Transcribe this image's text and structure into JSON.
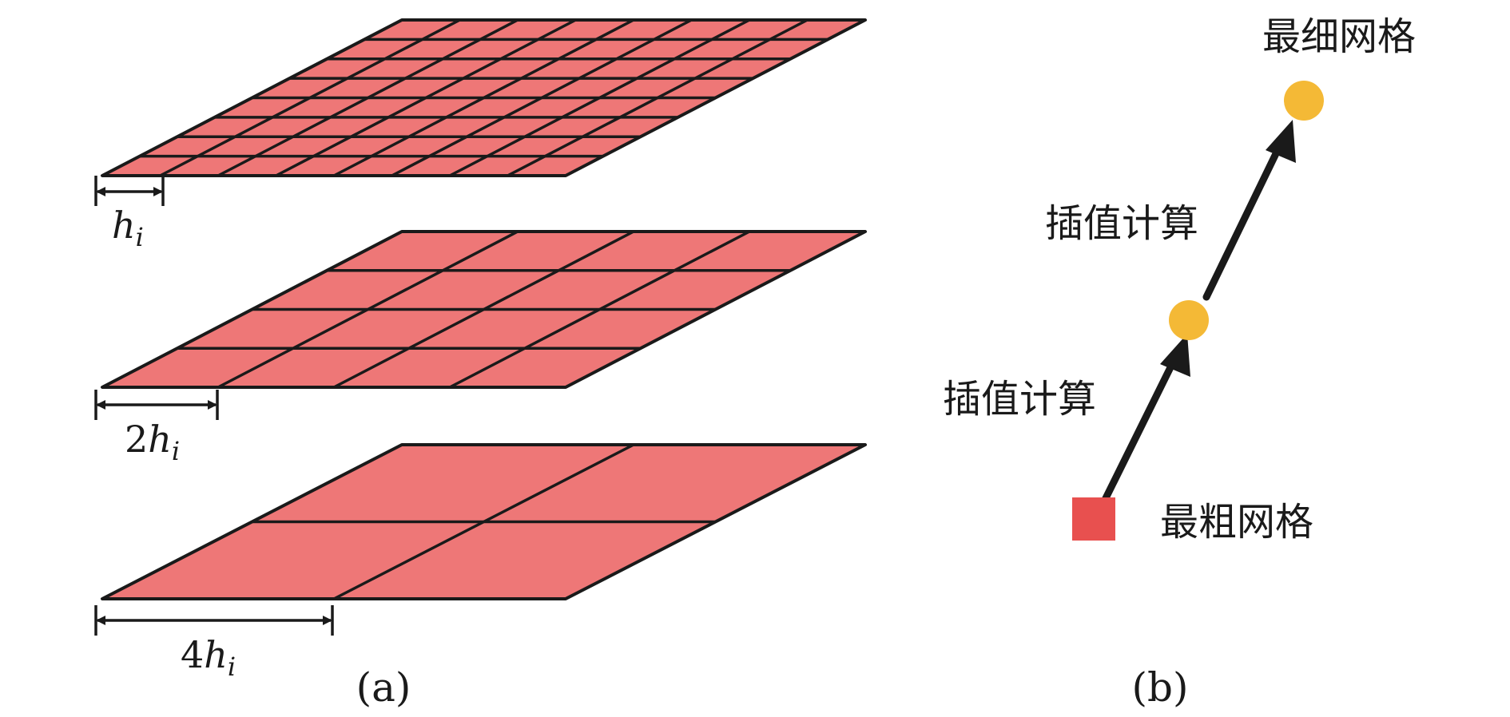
{
  "colors": {
    "grid_fill": "#ee7777",
    "grid_line": "#1a1a1a",
    "coarse_marker": "#e8504f",
    "node_marker": "#f4b936"
  },
  "panel_a": {
    "label": "(a)",
    "grids": [
      {
        "divisions": 8,
        "dimension": {
          "coef": "",
          "var": "h",
          "sub": "i"
        }
      },
      {
        "divisions": 4,
        "dimension": {
          "coef": "2",
          "var": "h",
          "sub": "i"
        }
      },
      {
        "divisions": 2,
        "dimension": {
          "coef": "4",
          "var": "h",
          "sub": "i"
        }
      }
    ]
  },
  "panel_b": {
    "label": "(b)",
    "finest_label": "最细网格",
    "coarsest_label": "最粗网格",
    "step_labels": [
      "插值计算",
      "插值计算"
    ],
    "markers": [
      {
        "shape": "square-marker",
        "level": "coarsest"
      },
      {
        "shape": "circle-marker",
        "level": "intermediate"
      },
      {
        "shape": "circle-marker",
        "level": "finest"
      }
    ]
  }
}
